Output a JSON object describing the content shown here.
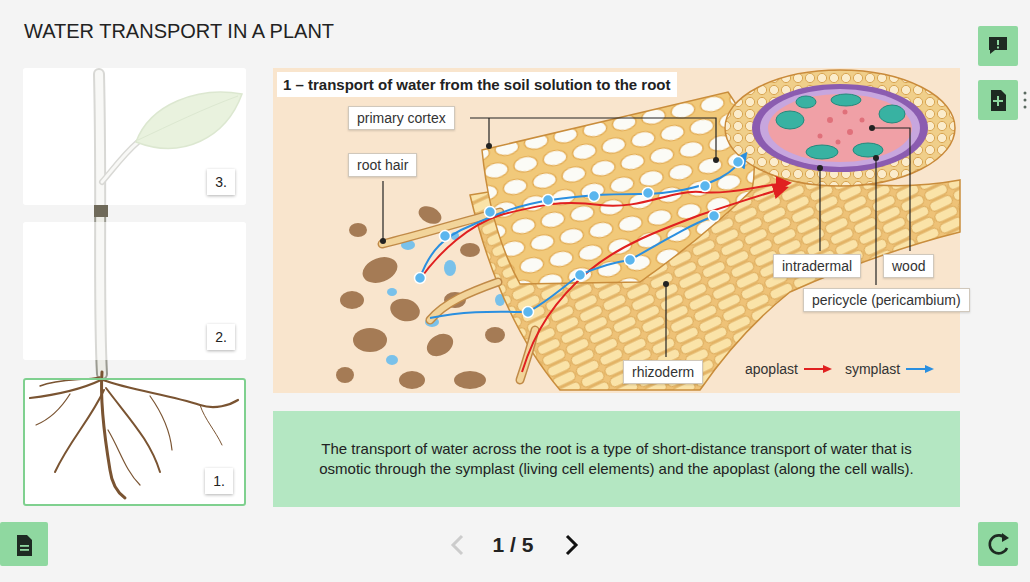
{
  "diagram": {
    "title": "WATER TRANSPORT IN A PLANT",
    "nodes": [
      {
        "text": [
          "3."
        ]
      },
      {
        "text": [
          "2."
        ]
      },
      {
        "text": [
          "1."
        ]
      },
      {
        "text": [
          "1 – transport of water from the soil solution to the root"
        ]
      },
      {
        "text": [
          "primary cortex"
        ],
        "in": 3
      },
      {
        "text": [
          "root hair"
        ],
        "in": 3
      },
      {
        "text": [
          "intradermal"
        ],
        "in": 3
      },
      {
        "text": [
          "wood"
        ],
        "in": 3
      },
      {
        "text": [
          "pericycle (pericambium)"
        ],
        "in": 3
      },
      {
        "text": [
          "rhizoderm"
        ],
        "in": 3
      },
      {
        "text": [
          "The transport of water across the root is a type of short-distance transport of water that is osmotic through the symplast (living cell elements) and the apoplast (along the cell walls)."
        ]
      }
    ],
    "labels": [
      "1 / 5"
    ],
    "legend": [
      {
        "text": "apoplast"
      },
      {
        "text": "symplast"
      }
    ]
  }
}
